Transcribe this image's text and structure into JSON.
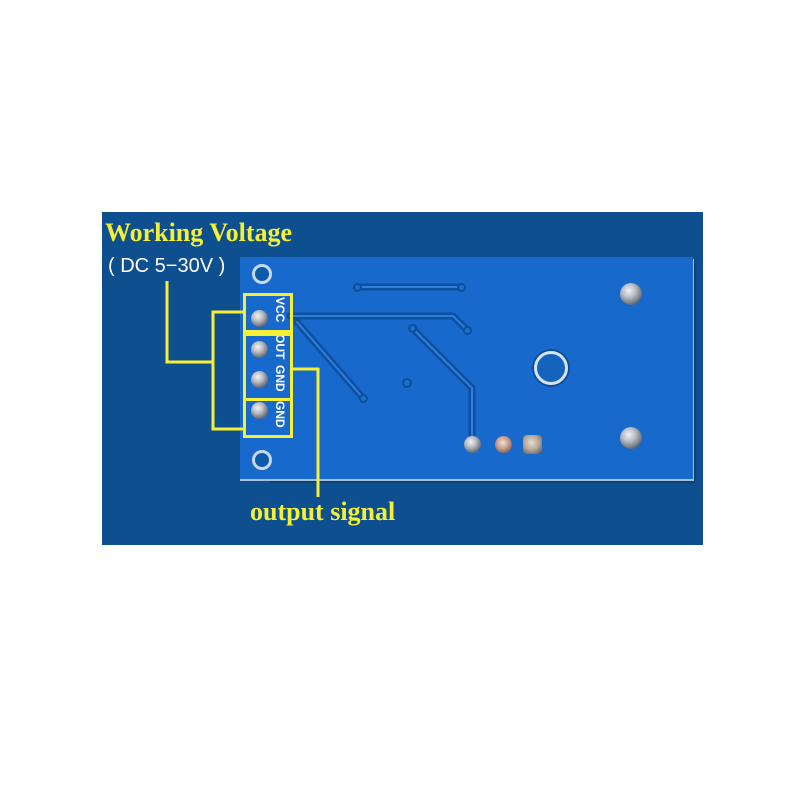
{
  "image": {
    "subject": "Blue PCB module (back side) with annotated header pins",
    "colors": {
      "background": "#ffffff",
      "panel": "#0d4f8f",
      "pcb": "#1769cc",
      "annotation": "#f5f035",
      "silkscreen": "#ffffff"
    }
  },
  "annotations": {
    "working_voltage_title": "Working Voltage",
    "working_voltage_range": "( DC 5−30V )",
    "output_signal": "output signal"
  },
  "header_pins": [
    {
      "label": "VCC"
    },
    {
      "label": "OUT"
    },
    {
      "label": "GND"
    },
    {
      "label": "GND"
    }
  ]
}
